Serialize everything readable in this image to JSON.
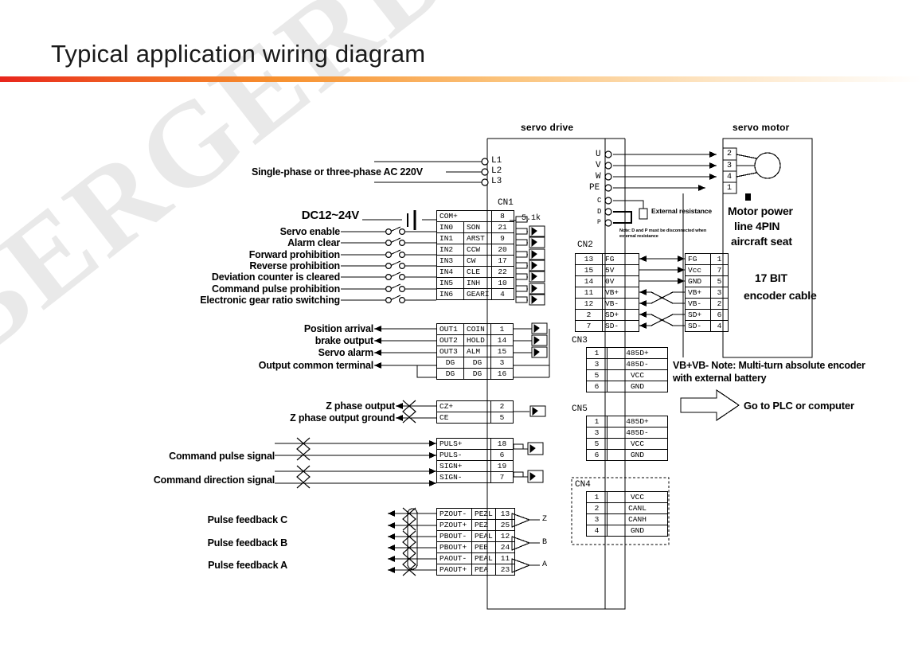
{
  "page": {
    "title": "Typical application wiring diagram",
    "watermark": "BERGERDA",
    "accent_start": "#e8251c",
    "accent_end": "#ffffff"
  },
  "blocks": {
    "servo_drive": "servo drive",
    "servo_motor": "servo motor",
    "cn1": "CN1",
    "cn2": "CN2",
    "cn3": "CN3",
    "cn4": "CN4",
    "cn5": "CN5"
  },
  "power": {
    "source_label": "Single-phase or three-phase AC 220V",
    "terminals": [
      "L1",
      "L2",
      "L3"
    ]
  },
  "drive_right_terminals": [
    "U",
    "V",
    "W",
    "PE",
    "C",
    "D",
    "P"
  ],
  "external_resistance": {
    "label": "External resistance",
    "note": "Note: D and P must be disconnected when external resistance"
  },
  "motor_power": {
    "caption_line1": "Motor power",
    "caption_line2": "line 4PIN",
    "caption_line3": "aircraft seat",
    "pins": [
      "2",
      "3",
      "4",
      "1"
    ]
  },
  "encoder_caption": {
    "line1": "17 BIT",
    "line2": "encoder cable"
  },
  "notes": {
    "vb_note_line1": "VB+VB- Note: Multi-turn absolute encoder",
    "vb_note_line2": "with external battery",
    "plc_arrow": "Go to PLC or computer"
  },
  "resistor_value": "5.1k",
  "cn1_inputs": {
    "supply_label": "DC12~24V",
    "signal_labels": [
      "Servo enable",
      "Alarm clear",
      "Forward prohibition",
      "Reverse prohibition",
      "Deviation counter is cleared",
      "Command pulse prohibition",
      "Electronic gear ratio switching"
    ],
    "rows": [
      {
        "terminal": "COM+",
        "signal": "",
        "pin": "8"
      },
      {
        "terminal": "IN0",
        "signal": "SON",
        "pin": "21"
      },
      {
        "terminal": "IN1",
        "signal": "ARST",
        "pin": "9"
      },
      {
        "terminal": "IN2",
        "signal": "CCW",
        "pin": "20"
      },
      {
        "terminal": "IN3",
        "signal": "CW",
        "pin": "17"
      },
      {
        "terminal": "IN4",
        "signal": "CLE",
        "pin": "22"
      },
      {
        "terminal": "IN5",
        "signal": "INH",
        "pin": "10"
      },
      {
        "terminal": "IN6",
        "signal": "GEARI",
        "pin": "4"
      }
    ]
  },
  "cn1_outputs": {
    "signal_labels": [
      "Position arrival",
      "brake output",
      "Servo alarm",
      "Output common terminal"
    ],
    "rows": [
      {
        "terminal": "OUT1",
        "signal": "COIN",
        "pin": "1"
      },
      {
        "terminal": "OUT2",
        "signal": "HOLD",
        "pin": "14"
      },
      {
        "terminal": "OUT3",
        "signal": "ALM",
        "pin": "15"
      },
      {
        "terminal": "DG",
        "signal": "DG",
        "pin": "3"
      },
      {
        "terminal": "DG",
        "signal": "DG",
        "pin": "16"
      }
    ]
  },
  "z_phase": {
    "signal_labels": [
      "Z phase output",
      "Z phase output  ground"
    ],
    "rows": [
      {
        "terminal": "CZ+",
        "pin": "2"
      },
      {
        "terminal": "CE",
        "pin": "5"
      }
    ]
  },
  "pulse_command": {
    "signal_labels": [
      "Command pulse signal",
      "Command direction signal"
    ],
    "rows": [
      {
        "terminal": "PULS+",
        "pin": "18"
      },
      {
        "terminal": "PULS-",
        "pin": "6"
      },
      {
        "terminal": "SIGN+",
        "pin": "19"
      },
      {
        "terminal": "SIGN-",
        "pin": "7"
      }
    ]
  },
  "pulse_feedback": {
    "signal_labels": [
      "Pulse feedback C",
      "Pulse feedback B",
      "Pulse feedback A"
    ],
    "channels": [
      "Z",
      "B",
      "A"
    ],
    "rows": [
      {
        "terminal": "PZOUT-",
        "signal": "PEZL",
        "pin": "13"
      },
      {
        "terminal": "PZOUT+",
        "signal": "PEZ",
        "pin": "25"
      },
      {
        "terminal": "PBOUT-",
        "signal": "PEAL",
        "pin": "12"
      },
      {
        "terminal": "PBOUT+",
        "signal": "PEB",
        "pin": "24"
      },
      {
        "terminal": "PAOUT-",
        "signal": "PEAL",
        "pin": "11"
      },
      {
        "terminal": "PAOUT+",
        "signal": "PEA",
        "pin": "23"
      }
    ]
  },
  "cn2": {
    "drive_rows": [
      {
        "pin": "13",
        "signal": "FG"
      },
      {
        "pin": "15",
        "signal": "5V"
      },
      {
        "pin": "14",
        "signal": "0V"
      },
      {
        "pin": "11",
        "signal": "VB+"
      },
      {
        "pin": "12",
        "signal": "VB-"
      },
      {
        "pin": "2",
        "signal": "SD+"
      },
      {
        "pin": "7",
        "signal": "SD-"
      }
    ],
    "motor_rows": [
      {
        "signal": "FG",
        "pin": "1"
      },
      {
        "signal": "Vcc",
        "pin": "7"
      },
      {
        "signal": "GND",
        "pin": "5"
      },
      {
        "signal": "VB+",
        "pin": "3"
      },
      {
        "signal": "VB-",
        "pin": "2"
      },
      {
        "signal": "SD+",
        "pin": "6"
      },
      {
        "signal": "SD-",
        "pin": "4"
      }
    ]
  },
  "cn3_rows": [
    {
      "pin": "1",
      "signal": "485D+"
    },
    {
      "pin": "3",
      "signal": "485D-"
    },
    {
      "pin": "5",
      "signal": "VCC"
    },
    {
      "pin": "6",
      "signal": "GND"
    }
  ],
  "cn5_rows": [
    {
      "pin": "1",
      "signal": "485D+"
    },
    {
      "pin": "3",
      "signal": "485D-"
    },
    {
      "pin": "5",
      "signal": "VCC"
    },
    {
      "pin": "6",
      "signal": "GND"
    }
  ],
  "cn4_rows": [
    {
      "pin": "1",
      "signal": "VCC"
    },
    {
      "pin": "2",
      "signal": "CANL"
    },
    {
      "pin": "3",
      "signal": "CANH"
    },
    {
      "pin": "4",
      "signal": "GND"
    }
  ]
}
